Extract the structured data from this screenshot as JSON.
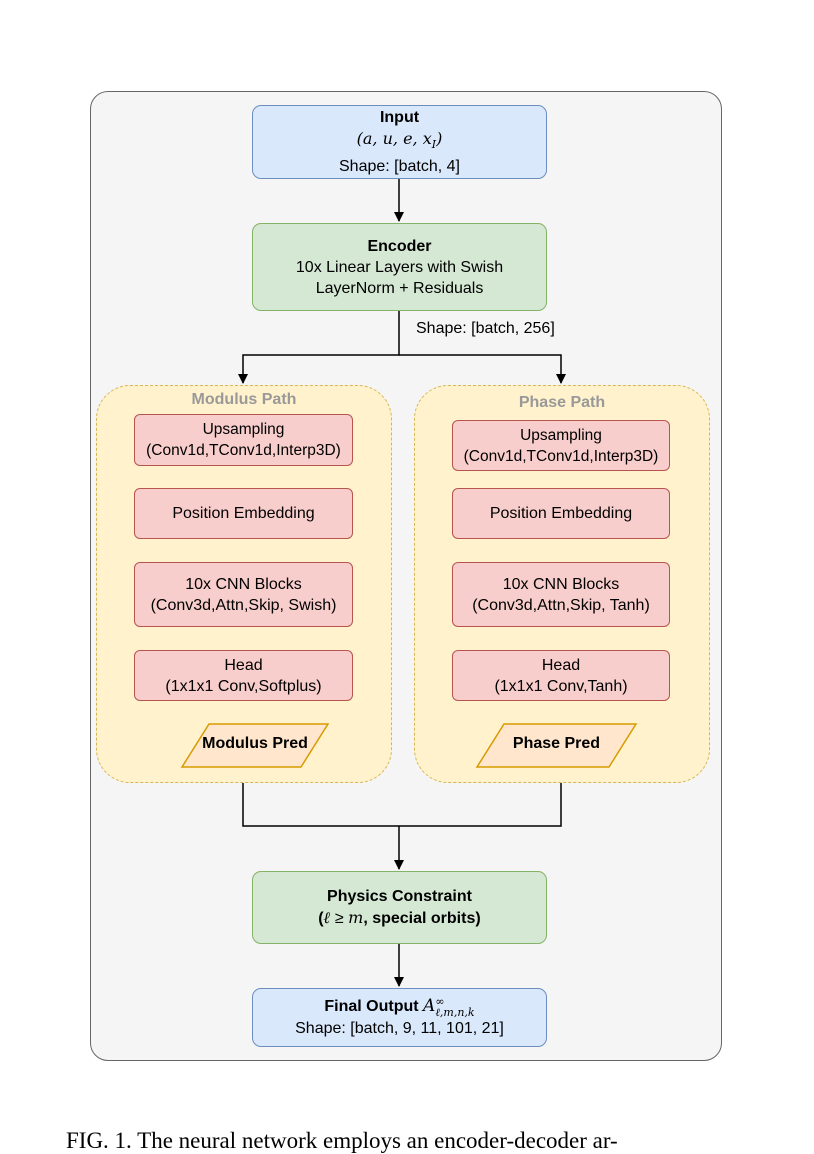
{
  "input": {
    "title": "Input",
    "vars": "(a, u, e, x",
    "sub": "I",
    "close": ")",
    "shape": "Shape: [batch, 4]"
  },
  "encoder": {
    "title": "Encoder",
    "line1": "10x Linear Layers with Swish",
    "line2": "LayerNorm + Residuals"
  },
  "encoder_shape": "Shape: [batch, 256]",
  "modulus": {
    "title": "Modulus Path",
    "upsampling": "Upsampling",
    "upsampling_detail": "(Conv1d,TConv1d,Interp3D)",
    "position": "Position Embedding",
    "cnn": "10x CNN Blocks",
    "cnn_detail": "(Conv3d,Attn,Skip, Swish)",
    "head": "Head",
    "head_detail": "(1x1x1 Conv,Softplus)",
    "pred": "Modulus Pred"
  },
  "phase": {
    "title": "Phase Path",
    "upsampling": "Upsampling",
    "upsampling_detail": "(Conv1d,TConv1d,Interp3D)",
    "position": "Position Embedding",
    "cnn": "10x CNN Blocks",
    "cnn_detail": "(Conv3d,Attn,Skip, Tanh)",
    "head": "Head",
    "head_detail": "(1x1x1 Conv,Tanh)",
    "pred": "Phase Pred"
  },
  "physics": {
    "title": "Physics Constraint",
    "open": "(",
    "l": "ℓ",
    "geq": " ≥ ",
    "m": "m",
    "rest": ", special orbits)"
  },
  "output": {
    "title": "Final Output ",
    "symbol": "A",
    "sup": "∞",
    "sub": "ℓ,m,n,k",
    "shape": "Shape: [batch, 9, 11, 101, 21]"
  },
  "caption": "FIG. 1. The neural network employs an encoder-decoder ar-",
  "colors": {
    "blue_fill": "#dae8fc",
    "blue_stroke": "#6c8ebf",
    "green_fill": "#d5e8d4",
    "green_stroke": "#82b366",
    "red_fill": "#f8cecc",
    "red_stroke": "#b85450",
    "yellow_fill": "#fff2cc",
    "yellow_stroke": "#d6b656",
    "pred_fill": "#ffe6cc",
    "pred_stroke": "#d79b00"
  }
}
